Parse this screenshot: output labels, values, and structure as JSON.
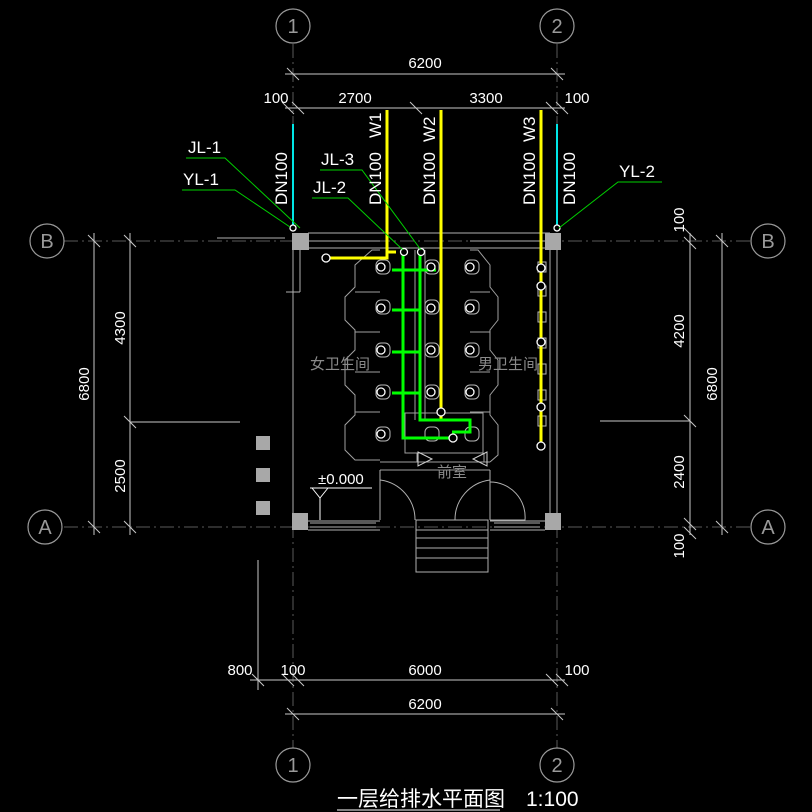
{
  "drawing": {
    "title": "一层给排水平面图",
    "scale": "1:100",
    "colors": {
      "background": "#000000",
      "lines": "#ffffff",
      "walls": "#9a9a9a",
      "drain_pipe": "#ffff00",
      "supply_pipe": "#00ff00",
      "rain_pipe": "#00ffff",
      "leader": "#00ff00"
    }
  },
  "axes": {
    "vertical": [
      "1",
      "2"
    ],
    "horizontal": [
      "B",
      "A"
    ]
  },
  "dimensions": {
    "top_total": "6200",
    "top_left_edge": "100",
    "top_left_span": "2700",
    "top_right_span": "3300",
    "top_right_edge": "100",
    "left_total": "6800",
    "left_upper": "4300",
    "left_lower": "2500",
    "right_top_edge": "100",
    "right_upper": "4200",
    "right_total": "6800",
    "right_lower": "2400",
    "right_bottom_edge": "100",
    "bottom_outside": "800",
    "bottom_left_edge": "100",
    "bottom_span": "6000",
    "bottom_right_edge": "100",
    "bottom_total": "6200"
  },
  "pipes": {
    "jl1": "JL-1",
    "yl1": "YL-1",
    "jl3": "JL-3",
    "jl2": "JL-2",
    "yl2": "YL-2",
    "w1": "W1",
    "w2": "W2",
    "w3": "W3",
    "dn1": "DN100",
    "dn2": "DN100",
    "dn3": "DN100",
    "dn4": "DN100",
    "dn5": "DN100"
  },
  "rooms": {
    "female": "女卫生间",
    "male": "男卫生间",
    "vestibule": "前室"
  },
  "elevation": "±0.000"
}
